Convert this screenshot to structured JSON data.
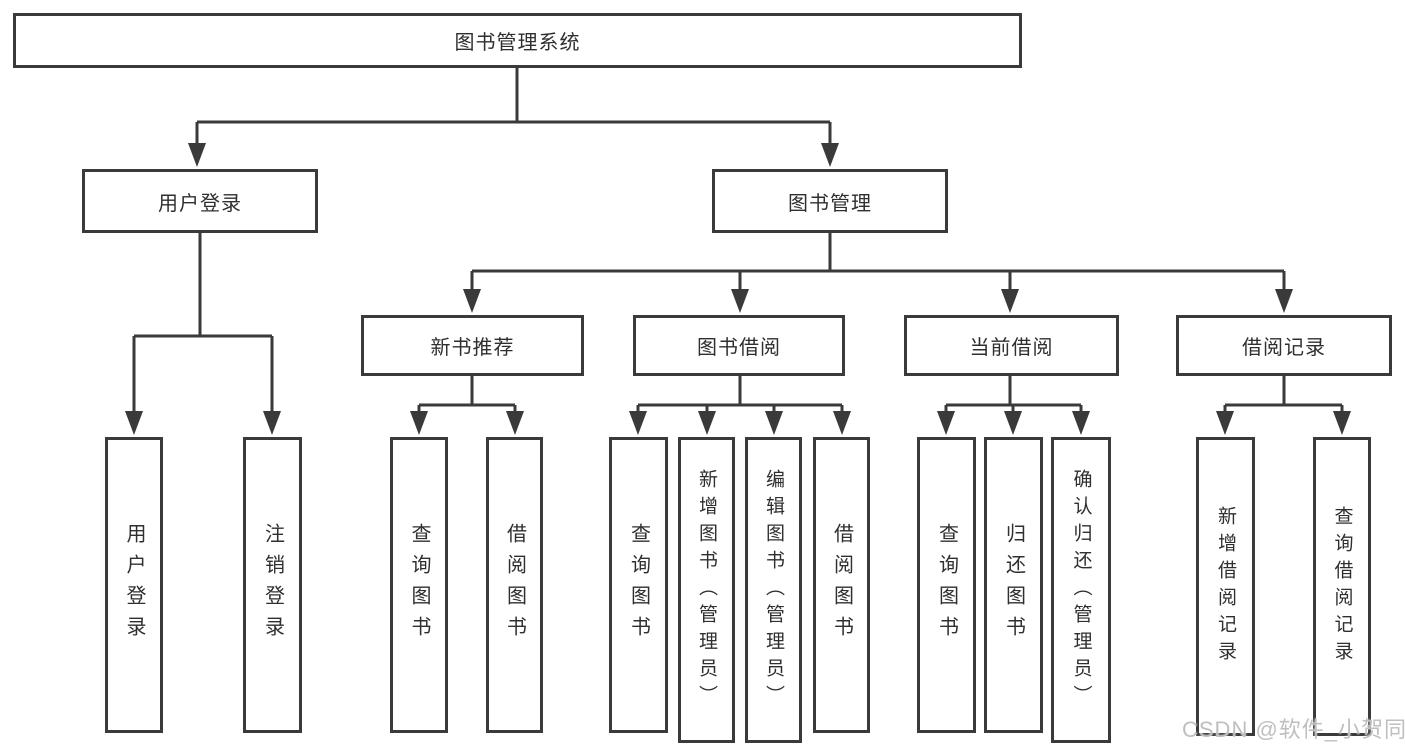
{
  "tree": {
    "root": {
      "label": "图书管理系统"
    },
    "branches": [
      {
        "label": "用户登录",
        "children": [
          {
            "label": "用户登录"
          },
          {
            "label": "注销登录"
          }
        ]
      },
      {
        "label": "图书管理",
        "children": [
          {
            "label": "新书推荐",
            "children": [
              {
                "label": "查询图书"
              },
              {
                "label": "借阅图书"
              }
            ]
          },
          {
            "label": "图书借阅",
            "children": [
              {
                "label": "查询图书"
              },
              {
                "label": "新增图书（管理员）"
              },
              {
                "label": "编辑图书（管理员）"
              },
              {
                "label": "借阅图书"
              }
            ]
          },
          {
            "label": "当前借阅",
            "children": [
              {
                "label": "查询图书"
              },
              {
                "label": "归还图书"
              },
              {
                "label": "确认归还（管理员）"
              }
            ]
          },
          {
            "label": "借阅记录",
            "children": [
              {
                "label": "新增借阅记录"
              },
              {
                "label": "查询借阅记录"
              }
            ]
          }
        ]
      }
    ]
  },
  "watermark": {
    "text": "CSDN @软件_小贺同学"
  },
  "colors": {
    "line": "#3a3a3a",
    "text": "#2f2f2f",
    "watermark": "#bfbfbf",
    "background": "#ffffff"
  }
}
